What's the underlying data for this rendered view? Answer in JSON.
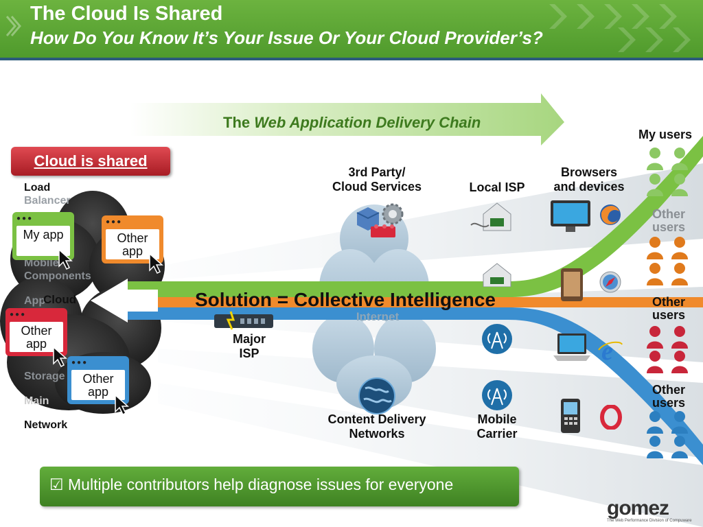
{
  "header": {
    "title": "The Cloud Is Shared",
    "subtitle": "How Do You Know It’s Your Issue Or Your Cloud Provider’s?"
  },
  "chain": {
    "prefix": "The ",
    "name": "Web Application Delivery Chain"
  },
  "cloud_badge": "Cloud is shared",
  "cloud_components": {
    "items": [
      "Load",
      "Balancer",
      "Mobile",
      "Components",
      "App",
      "Cloud",
      "Storage",
      "Main",
      "Network"
    ]
  },
  "apps": {
    "my_app": "My app",
    "other_app": "Other app"
  },
  "nodes": {
    "third_party_1": "3rd Party/",
    "third_party_2": "Cloud Services",
    "local_isp": "Local ISP",
    "browsers_1": "Browsers",
    "browsers_2": "and devices",
    "major_isp_1": "Major",
    "major_isp_2": "ISP",
    "internet": "Internet",
    "cdn_1": "Content Delivery",
    "cdn_2": "Networks",
    "mobile_1": "Mobile",
    "mobile_2": "Carrier"
  },
  "solution": "Solution = Collective Intelligence",
  "users": {
    "my_users": "My users",
    "other_users_1": "Other",
    "other_users_2": "users"
  },
  "footer": {
    "checkbox": "☑",
    "text": "Multiple contributors help diagnose issues for everyone"
  },
  "logo": {
    "brand": "gomez",
    "tagline": "The Web Performance Division of Compuware"
  },
  "colors": {
    "header_green": "#5aa535",
    "chain_green": "#3d7a1e",
    "badge_red": "#c8262f",
    "band_green": "#7bc143",
    "band_orange": "#f08a2c",
    "band_blue": "#3b8fd0",
    "footer_green": "#4a8f2a"
  }
}
